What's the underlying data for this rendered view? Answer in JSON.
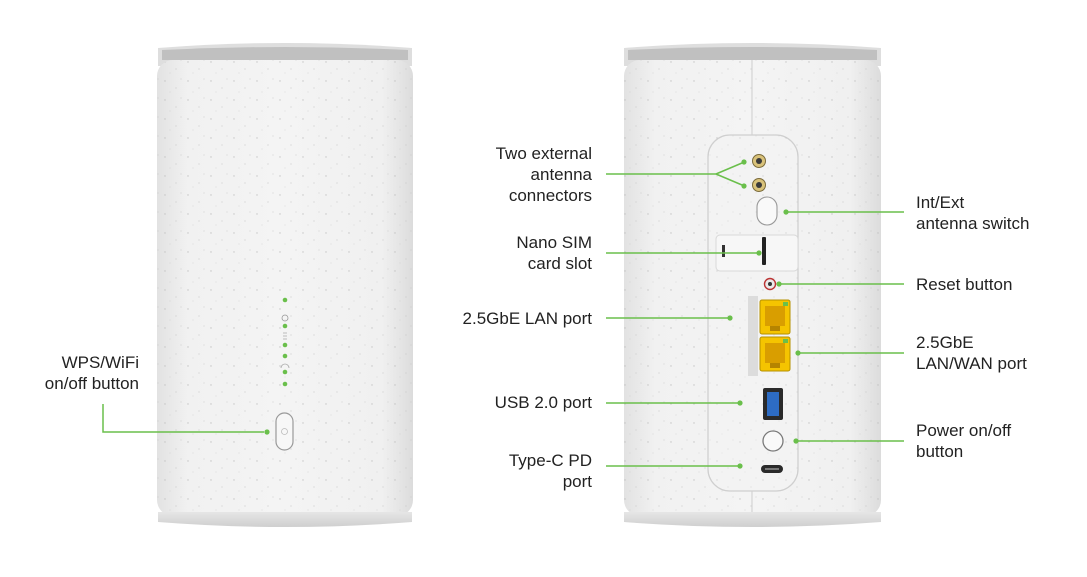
{
  "labels": {
    "wps": [
      "WPS/WiFi",
      "on/off button"
    ],
    "antenna_connectors": [
      "Two external",
      "antenna",
      "connectors"
    ],
    "nano_sim": [
      "Nano SIM",
      "card slot"
    ],
    "lan_port": [
      "2.5GbE LAN port"
    ],
    "usb_port": [
      "USB 2.0 port"
    ],
    "typec": [
      "Type-C PD",
      "port"
    ],
    "antenna_switch": [
      "Int/Ext",
      "antenna switch"
    ],
    "reset": [
      "Reset button"
    ],
    "lan_wan": [
      "2.5GbE",
      "LAN/WAN port"
    ],
    "power": [
      "Power on/off",
      "button"
    ]
  },
  "colors": {
    "leader_line": "#6abf4b",
    "body": "#eeeeee",
    "port_yellow": "#f5c400",
    "led_green": "#6abf4b"
  }
}
